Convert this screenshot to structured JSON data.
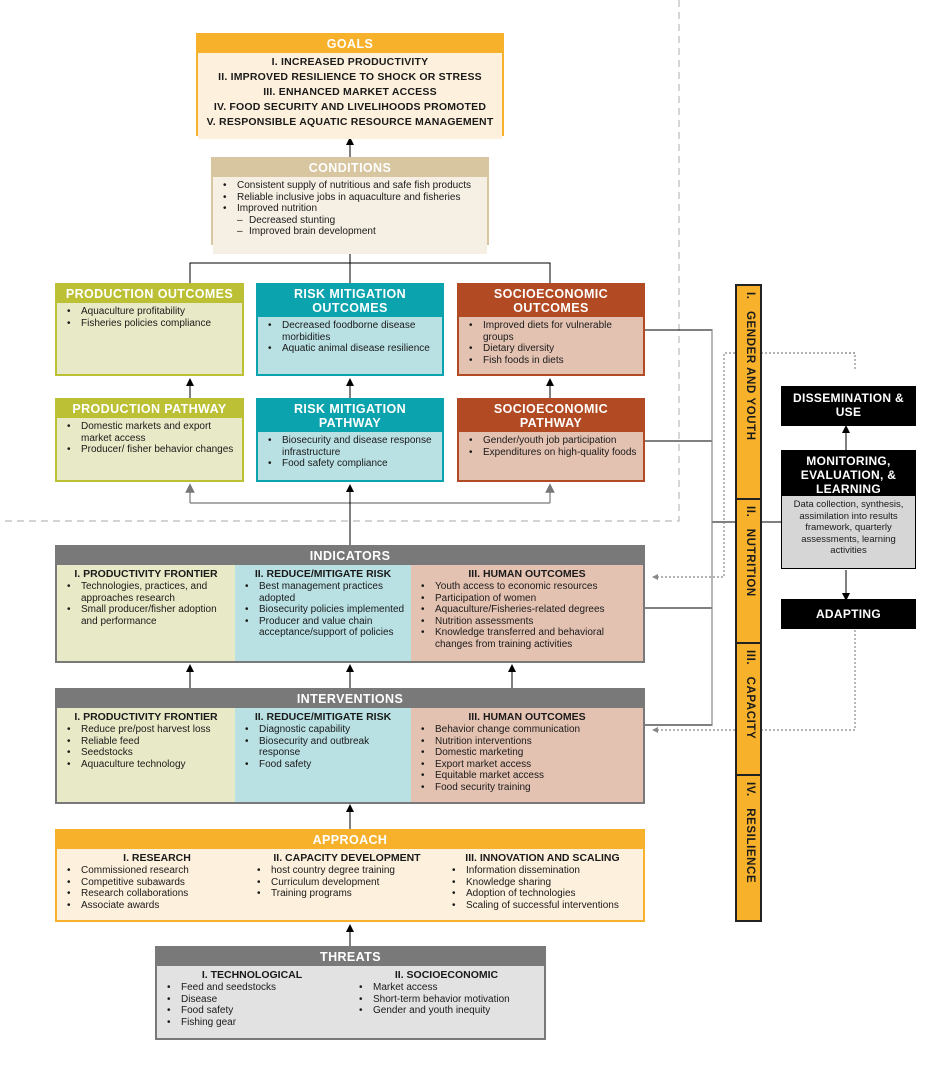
{
  "goals": {
    "title": "GOALS",
    "items": [
      "I. INCREASED PRODUCTIVITY",
      "II. IMPROVED RESILIENCE TO SHOCK OR STRESS",
      "III. ENHANCED MARKET ACCESS",
      "IV. FOOD SECURITY AND LIVELIHOODS PROMOTED",
      "V. RESPONSIBLE AQUATIC RESOURCE MANAGEMENT"
    ]
  },
  "conditions": {
    "title": "CONDITIONS",
    "items": [
      "Consistent supply of nutritious and safe fish products",
      "Reliable inclusive jobs in aquaculture and fisheries",
      "Improved nutrition"
    ],
    "subitems": [
      "Decreased stunting",
      "Improved brain development"
    ]
  },
  "outcomes": {
    "production": {
      "title": "PRODUCTION OUTCOMES",
      "items": [
        "Aquaculture profitability",
        "Fisheries policies compliance"
      ]
    },
    "risk": {
      "title": "RISK MITIGATION OUTCOMES",
      "items": [
        "Decreased foodborne disease morbidities",
        "Aquatic animal disease resilience"
      ]
    },
    "socio": {
      "title": "SOCIOECONOMIC OUTCOMES",
      "items": [
        "Improved diets for vulnerable groups",
        "Dietary diversity",
        "Fish foods in diets"
      ]
    }
  },
  "pathways": {
    "production": {
      "title": "PRODUCTION PATHWAY",
      "items": [
        "Domestic markets and export market access",
        "Producer/ fisher behavior changes"
      ]
    },
    "risk": {
      "title": "RISK MITIGATION PATHWAY",
      "items": [
        "Biosecurity and disease response infrastructure",
        "Food safety compliance"
      ]
    },
    "socio": {
      "title": "SOCIOECONOMIC PATHWAY",
      "items": [
        "Gender/youth job participation",
        "Expenditures on high-quality foods"
      ]
    }
  },
  "indicators": {
    "title": "INDICATORS",
    "cols": [
      {
        "title": "I. PRODUCTIVITY FRONTIER",
        "items": [
          "Technologies, practices, and approaches research",
          "Small producer/fisher adoption and performance"
        ]
      },
      {
        "title": "II. REDUCE/MITIGATE RISK",
        "items": [
          "Best management practices adopted",
          "Biosecurity policies implemented",
          "Producer and value chain acceptance/support of policies"
        ]
      },
      {
        "title": "III. HUMAN OUTCOMES",
        "items": [
          "Youth access to economic resources",
          "Participation of women",
          "Aquaculture/Fisheries-related degrees",
          "Nutrition assessments",
          "Knowledge transferred and behavioral changes from training activities"
        ]
      }
    ]
  },
  "interventions": {
    "title": "INTERVENTIONS",
    "cols": [
      {
        "title": "I. PRODUCTIVITY FRONTIER",
        "items": [
          "Reduce pre/post harvest loss",
          "Reliable feed",
          "Seedstocks",
          "Aquaculture technology"
        ]
      },
      {
        "title": "II. REDUCE/MITIGATE RISK",
        "items": [
          "Diagnostic capability",
          "Biosecurity and outbreak response",
          "Food safety"
        ]
      },
      {
        "title": "III. HUMAN OUTCOMES",
        "items": [
          "Behavior change communication",
          "Nutrition interventions",
          "Domestic marketing",
          "Export market access",
          "Equitable market access",
          "Food security training"
        ]
      }
    ]
  },
  "approach": {
    "title": "APPROACH",
    "cols": [
      {
        "title": "I. RESEARCH",
        "items": [
          "Commissioned research",
          "Competitive subawards",
          "Research collaborations",
          "Associate awards"
        ]
      },
      {
        "title": "II. CAPACITY DEVELOPMENT",
        "items": [
          "host country degree training",
          "Curriculum development",
          "Training programs"
        ]
      },
      {
        "title": "III. INNOVATION AND SCALING",
        "items": [
          "Information dissemination",
          "Knowledge sharing",
          "Adoption of technologies",
          "Scaling of successful interventions"
        ]
      }
    ]
  },
  "threats": {
    "title": "THREATS",
    "cols": [
      {
        "title": "I. TECHNOLOGICAL",
        "items": [
          "Feed and seedstocks",
          "Disease",
          "Food safety",
          "Fishing gear"
        ]
      },
      {
        "title": "II. SOCIOECONOMIC",
        "items": [
          "Market access",
          "Short-term behavior motivation",
          "Gender and youth inequity"
        ]
      }
    ]
  },
  "crosscutting": [
    {
      "num": "I.",
      "label": "GENDER AND YOUTH"
    },
    {
      "num": "II.",
      "label": "NUTRITION"
    },
    {
      "num": "III.",
      "label": "CAPACITY"
    },
    {
      "num": "IV.",
      "label": "RESILIENCE"
    }
  ],
  "mel": {
    "dissemination": "DISSEMINATION & USE",
    "title": "MONITORING, EVALUATION, & LEARNING",
    "description": "Data collection, synthesis, assimilation into results framework, quarterly assessments, learning activities",
    "adapting": "ADAPTING"
  },
  "colors": {
    "orange": "#f7b12b",
    "tan": "#d7c6a0",
    "olive": "#bcc034",
    "teal": "#0ba3ad",
    "rust": "#b24a23",
    "gray": "#797979",
    "black": "#000000"
  }
}
